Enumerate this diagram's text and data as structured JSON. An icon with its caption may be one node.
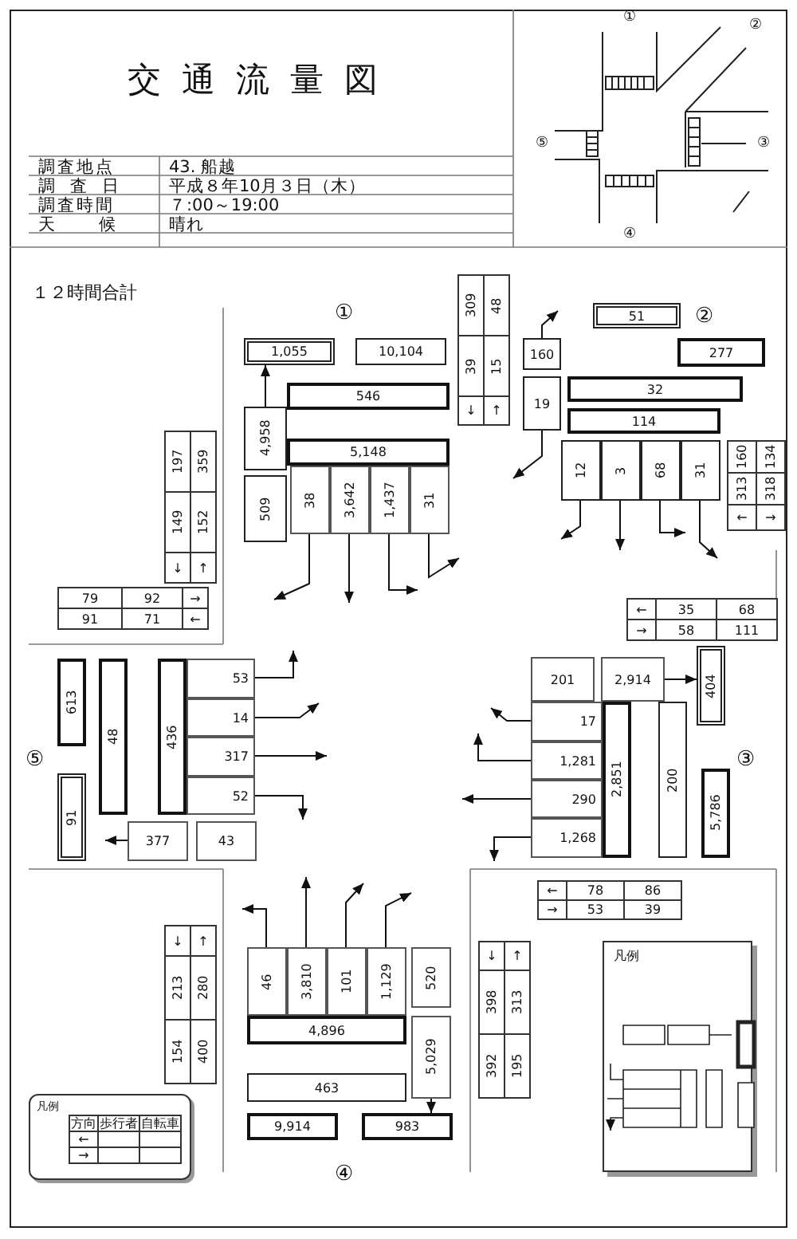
{
  "diagram": {
    "title": "交通流量図",
    "nodes": [
      {
        "text": [
          "1,055"
        ]
      },
      {
        "text": [
          "10,104"
        ]
      },
      {
        "text": [
          "546"
        ]
      },
      {
        "text": [
          "4,958"
        ]
      },
      {
        "text": [
          "5,148"
        ]
      },
      {
        "text": [
          "509"
        ]
      },
      {
        "text": [
          "38"
        ]
      },
      {
        "text": [
          "3,642"
        ]
      },
      {
        "text": [
          "1,437"
        ]
      },
      {
        "text": [
          "31"
        ]
      },
      {
        "text": [
          "51"
        ]
      },
      {
        "text": [
          "277"
        ]
      },
      {
        "text": [
          "160"
        ]
      },
      {
        "text": [
          "32"
        ]
      },
      {
        "text": [
          "19"
        ]
      },
      {
        "text": [
          "114"
        ]
      },
      {
        "text": [
          "12"
        ]
      },
      {
        "text": [
          "3"
        ]
      },
      {
        "text": [
          "68"
        ]
      },
      {
        "text": [
          "31"
        ]
      },
      {
        "text": [
          "201"
        ]
      },
      {
        "text": [
          "2,914"
        ]
      },
      {
        "text": [
          "404"
        ]
      },
      {
        "text": [
          "17"
        ]
      },
      {
        "text": [
          "1,281"
        ]
      },
      {
        "text": [
          "290"
        ]
      },
      {
        "text": [
          "1,268"
        ]
      },
      {
        "text": [
          "2,851"
        ]
      },
      {
        "text": [
          "200"
        ]
      },
      {
        "text": [
          "5,786"
        ]
      },
      {
        "text": [
          "613"
        ]
      },
      {
        "text": [
          "48"
        ]
      },
      {
        "text": [
          "436"
        ]
      },
      {
        "text": [
          "53"
        ]
      },
      {
        "text": [
          "14"
        ]
      },
      {
        "text": [
          "317"
        ]
      },
      {
        "text": [
          "52"
        ]
      },
      {
        "text": [
          "91"
        ]
      },
      {
        "text": [
          "377"
        ]
      },
      {
        "text": [
          "43"
        ]
      },
      {
        "text": [
          "46"
        ]
      },
      {
        "text": [
          "3,810"
        ]
      },
      {
        "text": [
          "101"
        ]
      },
      {
        "text": [
          "1,129"
        ]
      },
      {
        "text": [
          "520"
        ]
      },
      {
        "text": [
          "4,896"
        ]
      },
      {
        "text": [
          "5,029"
        ]
      },
      {
        "text": [
          "463"
        ]
      },
      {
        "text": [
          "9,914"
        ]
      },
      {
        "text": [
          "983"
        ]
      }
    ],
    "edges": [
      {
        "from": 3,
        "to": 0,
        "arrow": "to"
      },
      {
        "from": 6,
        "to": null,
        "arrow": "to"
      },
      {
        "from": 7,
        "to": null,
        "arrow": "to"
      },
      {
        "from": 8,
        "to": null,
        "arrow": "to"
      },
      {
        "from": 9,
        "to": null,
        "arrow": "to"
      },
      {
        "from": 12,
        "to": null,
        "arrow": "to"
      },
      {
        "from": 14,
        "to": null,
        "arrow": "to"
      },
      {
        "from": 16,
        "to": null,
        "arrow": "to"
      },
      {
        "from": 17,
        "to": null,
        "arrow": "to"
      },
      {
        "from": 18,
        "to": null,
        "arrow": "to"
      },
      {
        "from": 19,
        "to": null,
        "arrow": "to"
      },
      {
        "from": 21,
        "to": 22,
        "arrow": "to"
      },
      {
        "from": 23,
        "to": null,
        "arrow": "to"
      },
      {
        "from": 24,
        "to": null,
        "arrow": "to"
      },
      {
        "from": 25,
        "to": null,
        "arrow": "to"
      },
      {
        "from": 26,
        "to": null,
        "arrow": "to"
      },
      {
        "from": 33,
        "to": null,
        "arrow": "to"
      },
      {
        "from": 34,
        "to": null,
        "arrow": "to"
      },
      {
        "from": 35,
        "to": null,
        "arrow": "to"
      },
      {
        "from": 36,
        "to": null,
        "arrow": "to"
      },
      {
        "from": 38,
        "to": null,
        "arrow": "to"
      },
      {
        "from": 40,
        "to": null,
        "arrow": "to"
      },
      {
        "from": 41,
        "to": null,
        "arrow": "to"
      },
      {
        "from": 42,
        "to": null,
        "arrow": "to"
      },
      {
        "from": 43,
        "to": null,
        "arrow": "to"
      },
      {
        "from": 46,
        "to": 49,
        "arrow": "to"
      }
    ],
    "labels": [
      "調査地点",
      "43. 船越",
      "調査日",
      "平成８年10月３日（木）",
      "調査時間",
      "７:00～19:00",
      "天候",
      "晴れ",
      "①",
      "②",
      "③",
      "④",
      "⑤",
      "１２時間合計",
      "①",
      "197",
      "359",
      "149",
      "152",
      "↓",
      "↑",
      "309",
      "48",
      "39",
      "15",
      "↓",
      "↑",
      "②",
      "160",
      "134",
      "313",
      "318",
      "←",
      "→",
      "79",
      "92",
      "→",
      "91",
      "71",
      "←",
      "←",
      "35",
      "68",
      "→",
      "58",
      "111",
      "⑤",
      "③",
      "↓",
      "↑",
      "213",
      "280",
      "154",
      "400",
      "←",
      "78",
      "86",
      "→",
      "53",
      "39",
      "↓",
      "↑",
      "398",
      "313",
      "392",
      "195",
      "凡例",
      "方向",
      "歩行者",
      "自転車",
      "←",
      "→",
      "凡例",
      "④"
    ]
  }
}
